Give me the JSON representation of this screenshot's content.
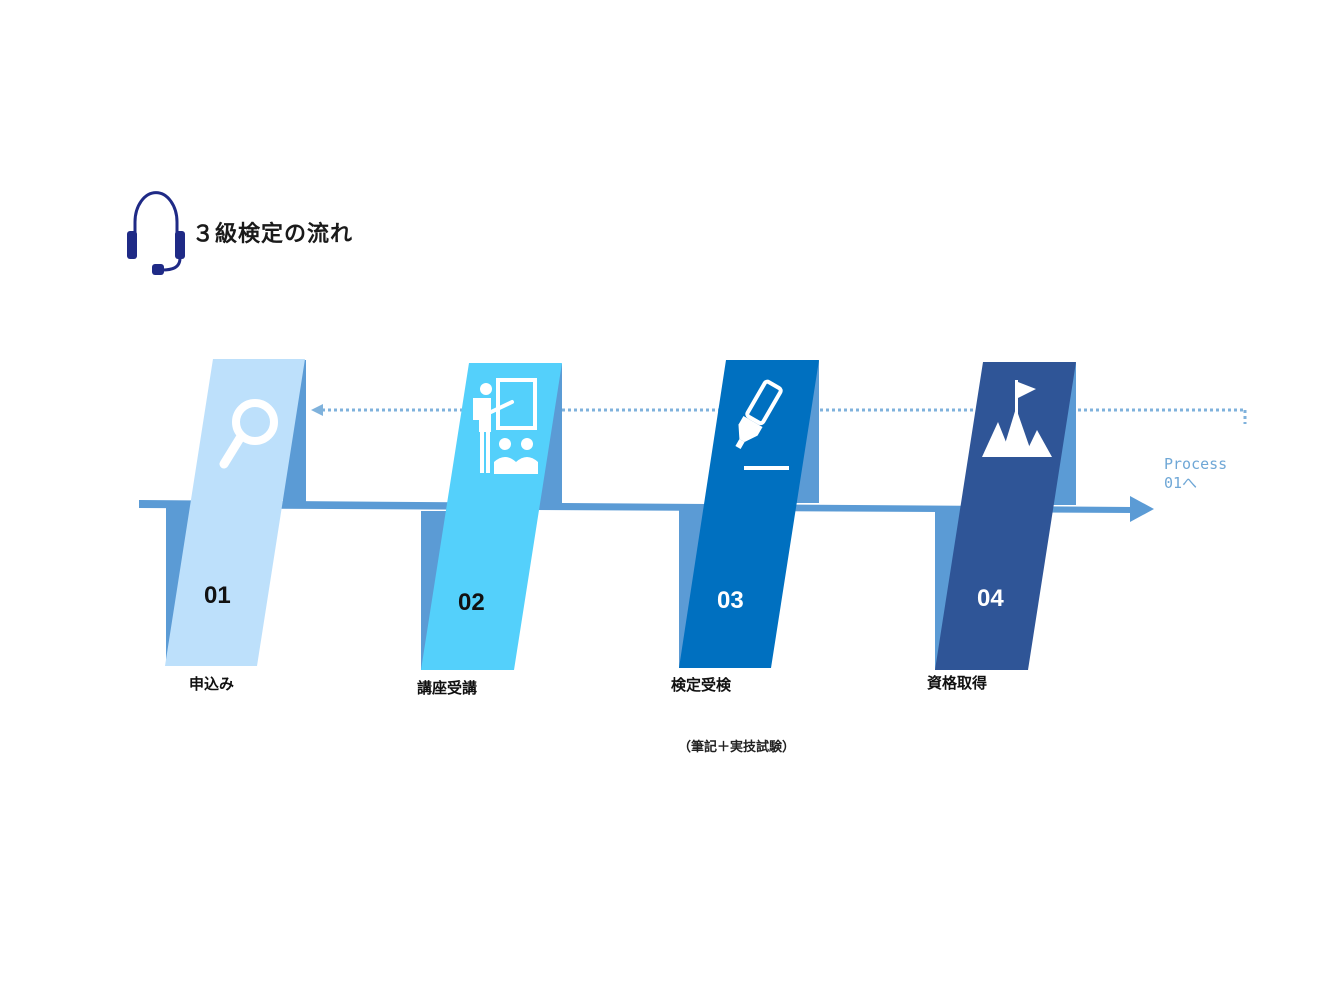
{
  "title": "３級検定の流れ",
  "steps": [
    {
      "number": "01",
      "label": "申込み",
      "icon": "search-icon",
      "color": "#bde0fb"
    },
    {
      "number": "02",
      "label": "講座受講",
      "icon": "teacher-presentation-icon",
      "color": "#54d0fb"
    },
    {
      "number": "03",
      "label": "検定受検",
      "icon": "highlighter-pen-icon",
      "color": "#0070c0"
    },
    {
      "number": "04",
      "label": "資格取得",
      "icon": "mountain-flag-icon",
      "color": "#2f5597"
    }
  ],
  "note": "（筆記＋実技試験）",
  "loop_back": {
    "line1": "Process",
    "line2": "01へ"
  },
  "colors": {
    "timeline": "#5b9bd5",
    "header_icon": "#1f2a86",
    "dashed_arrow": "#7fb2dc"
  }
}
